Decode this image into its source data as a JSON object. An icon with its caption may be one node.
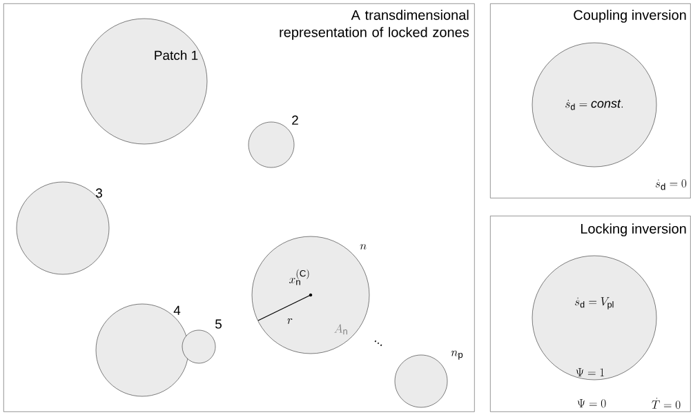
{
  "diagram": {
    "nodes": [
      {
        "text": [
          "A transdimensional representation of locked zones"
        ]
      },
      {
        "text": [
          "Patch 1"
        ],
        "in": 0
      },
      {
        "text": [],
        "shape": "circle",
        "beside": [
          "2"
        ],
        "in": 0
      },
      {
        "text": [],
        "shape": "circle",
        "beside": [
          "3"
        ],
        "in": 0
      },
      {
        "text": [],
        "shape": "circle",
        "beside": [
          "4"
        ],
        "in": 0
      },
      {
        "text": [],
        "shape": "circle",
        "beside": [
          "5"
        ],
        "in": 0
      },
      {
        "text": [
          "x_{\\mathrm{n}}^{(\\mathrm{C})}",
          "r",
          "A_{\\mathrm{n}}"
        ],
        "beside": [
          "n"
        ],
        "in": 0
      },
      {
        "text": [],
        "shape": "circle",
        "beside": [
          "n_{\\mathrm{p}}"
        ],
        "in": 0
      },
      {
        "text": [
          "Coupling inversion",
          "\\dot{s}_{\\mathrm{d}} = 0"
        ]
      },
      {
        "text": [
          "\\dot{s}_{\\mathrm{d}} = \\mathit{const.}"
        ],
        "in": 8
      },
      {
        "text": [
          "Locking inversion",
          "\\Psi = 0",
          "\\dot{T} = 0"
        ]
      },
      {
        "text": [
          "\\dot{s}_{\\mathrm{d}} = V_{\\mathrm{pl}}",
          "\\Psi = 1"
        ],
        "in": 10
      }
    ],
    "labels": [
      "..."
    ]
  }
}
